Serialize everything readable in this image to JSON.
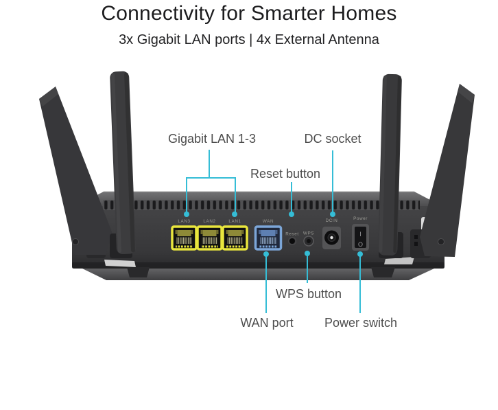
{
  "header": {
    "title": "Connectivity for Smarter Homes",
    "subtitle": "3x Gigabit LAN ports | 4x External Antenna"
  },
  "callouts": {
    "gigabit_lan": {
      "label": "Gigabit LAN 1-3"
    },
    "dc_socket": {
      "label": "DC socket"
    },
    "reset_button": {
      "label": "Reset button"
    },
    "wps_button": {
      "label": "WPS button"
    },
    "wan_port": {
      "label": "WAN port"
    },
    "power_switch": {
      "label": "Power switch"
    }
  },
  "rear_panel": {
    "port_labels": {
      "lan3": "LAN3",
      "lan2": "LAN2",
      "lan1": "LAN1",
      "wan": "WAN",
      "reset": "Reset",
      "wps": "WPS",
      "dcin": "DCIN",
      "power": "Power"
    },
    "power_switch_marks": {
      "on": "I",
      "off": "O"
    }
  },
  "colors": {
    "callout_line": "#35bdd6",
    "lan_port_frame": "#e9e63d",
    "wan_port_frame": "#7ca6d8",
    "panel_body": "#3a3a3c",
    "heading_text": "#1c1c1e",
    "callout_text": "#4d4d4d"
  }
}
